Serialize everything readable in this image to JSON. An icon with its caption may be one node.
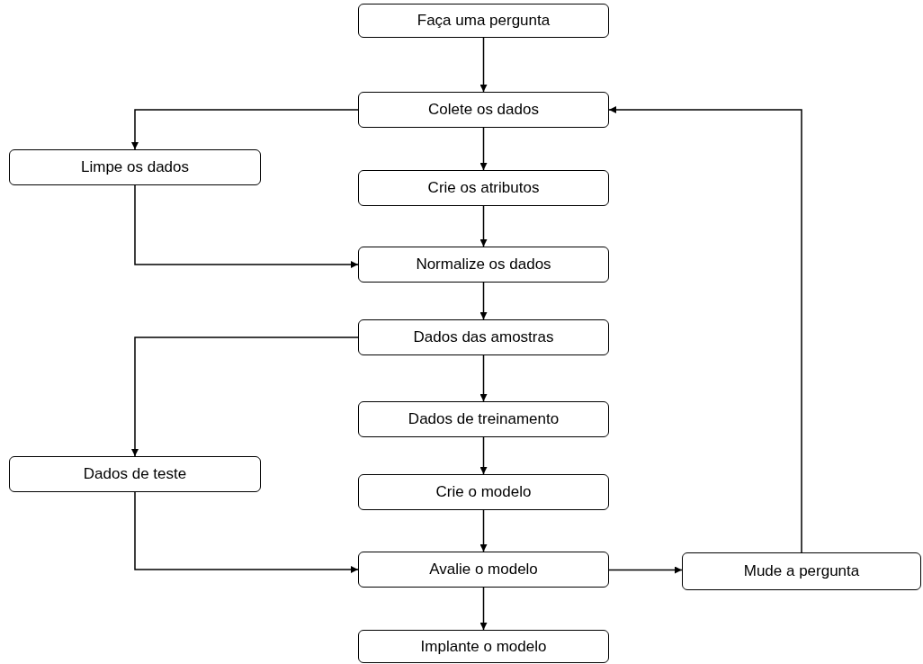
{
  "diagram": {
    "nodes": [
      {
        "text": [
          "Faça uma pergunta"
        ]
      },
      {
        "text": [
          "Colete os dados"
        ]
      },
      {
        "text": [
          "Limpe os dados"
        ]
      },
      {
        "text": [
          "Crie os atributos"
        ]
      },
      {
        "text": [
          "Normalize os dados"
        ]
      },
      {
        "text": [
          "Dados das amostras"
        ]
      },
      {
        "text": [
          "Dados de treinamento"
        ]
      },
      {
        "text": [
          "Dados de teste"
        ]
      },
      {
        "text": [
          "Crie o modelo"
        ]
      },
      {
        "text": [
          "Avalie o modelo"
        ]
      },
      {
        "text": [
          "Mude a pergunta"
        ]
      },
      {
        "text": [
          "Implante o modelo"
        ]
      }
    ],
    "edges": [
      {
        "from": 0,
        "to": 1,
        "arrow": "to"
      },
      {
        "from": 1,
        "to": 2,
        "arrow": "to"
      },
      {
        "from": 1,
        "to": 3,
        "arrow": "to"
      },
      {
        "from": 2,
        "to": 4,
        "arrow": "to"
      },
      {
        "from": 3,
        "to": 4,
        "arrow": "to"
      },
      {
        "from": 4,
        "to": 5,
        "arrow": "to"
      },
      {
        "from": 5,
        "to": 7,
        "arrow": "to"
      },
      {
        "from": 5,
        "to": 6,
        "arrow": "to"
      },
      {
        "from": 6,
        "to": 8,
        "arrow": "to"
      },
      {
        "from": 8,
        "to": 9,
        "arrow": "to"
      },
      {
        "from": 7,
        "to": 9,
        "arrow": "to"
      },
      {
        "from": 9,
        "to": 10,
        "arrow": "to"
      },
      {
        "from": 10,
        "to": 1,
        "arrow": "to"
      },
      {
        "from": 9,
        "to": 11,
        "arrow": "to"
      }
    ]
  }
}
